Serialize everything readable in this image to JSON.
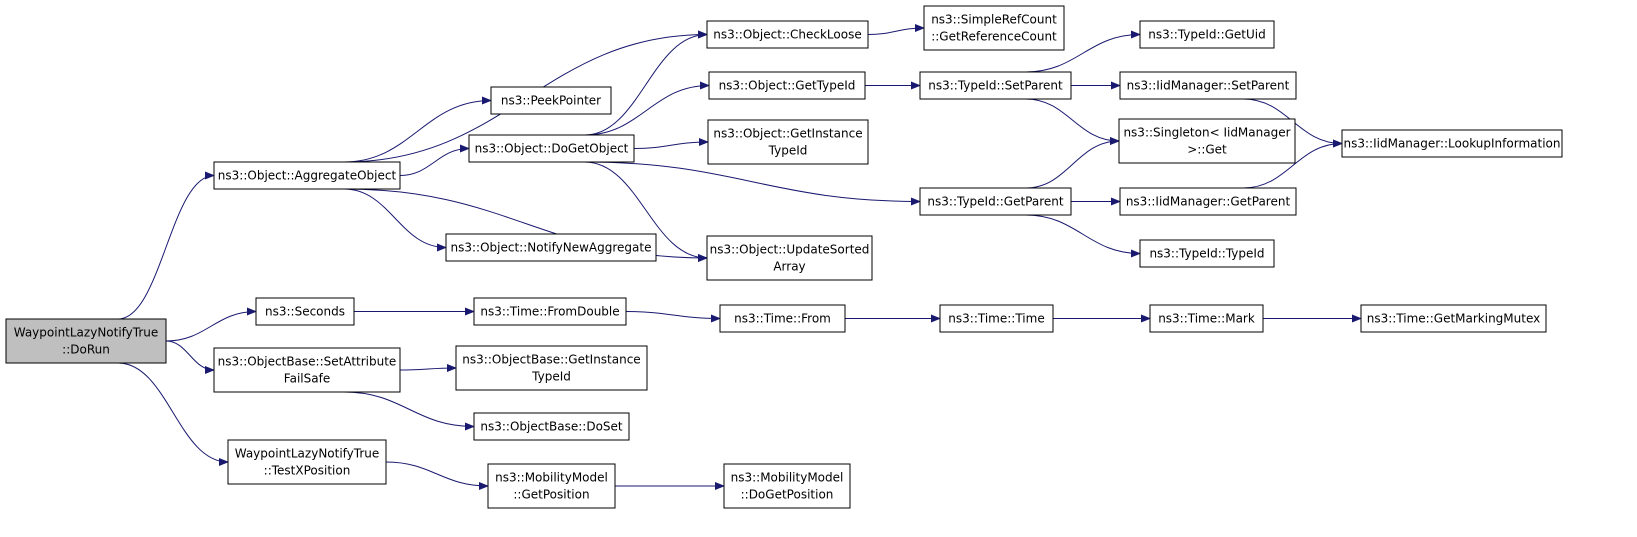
{
  "diagram": {
    "colors": {
      "edge": "#191970",
      "root_fill": "#bfbfbf",
      "node_fill": "#ffffff",
      "border": "#000000"
    },
    "nodes": [
      {
        "id": "root",
        "lines": [
          "WaypointLazyNotifyTrue",
          "::DoRun"
        ],
        "root": true
      },
      {
        "id": "aggregate",
        "lines": [
          "ns3::Object::AggregateObject"
        ]
      },
      {
        "id": "seconds",
        "lines": [
          "ns3::Seconds"
        ]
      },
      {
        "id": "setattr",
        "lines": [
          "ns3::ObjectBase::SetAttribute",
          "FailSafe"
        ]
      },
      {
        "id": "testx",
        "lines": [
          "WaypointLazyNotifyTrue",
          "::TestXPosition"
        ]
      },
      {
        "id": "peek",
        "lines": [
          "ns3::PeekPointer"
        ]
      },
      {
        "id": "dogetobj",
        "lines": [
          "ns3::Object::DoGetObject"
        ]
      },
      {
        "id": "notifynew",
        "lines": [
          "ns3::Object::NotifyNewAggregate"
        ]
      },
      {
        "id": "checkloose",
        "lines": [
          "ns3::Object::CheckLoose"
        ]
      },
      {
        "id": "gettypeid",
        "lines": [
          "ns3::Object::GetTypeId"
        ]
      },
      {
        "id": "getinsttype",
        "lines": [
          "ns3::Object::GetInstance",
          "TypeId"
        ]
      },
      {
        "id": "updsorted",
        "lines": [
          "ns3::Object::UpdateSorted",
          "Array"
        ]
      },
      {
        "id": "getrefcount",
        "lines": [
          "ns3::SimpleRefCount",
          "::GetReferenceCount"
        ]
      },
      {
        "id": "tidsetparent",
        "lines": [
          "ns3::TypeId::SetParent"
        ]
      },
      {
        "id": "tidgetparent",
        "lines": [
          "ns3::TypeId::GetParent"
        ]
      },
      {
        "id": "getuid",
        "lines": [
          "ns3::TypeId::GetUid"
        ]
      },
      {
        "id": "iidsetparent",
        "lines": [
          "ns3::IidManager::SetParent"
        ]
      },
      {
        "id": "singleton",
        "lines": [
          "ns3::Singleton< IidManager",
          ">::Get"
        ]
      },
      {
        "id": "iidgetparent",
        "lines": [
          "ns3::IidManager::GetParent"
        ]
      },
      {
        "id": "tidtypeid",
        "lines": [
          "ns3::TypeId::TypeId"
        ]
      },
      {
        "id": "lookup",
        "lines": [
          "ns3::IidManager::LookupInformation"
        ]
      },
      {
        "id": "fromdouble",
        "lines": [
          "ns3::Time::FromDouble"
        ]
      },
      {
        "id": "from",
        "lines": [
          "ns3::Time::From"
        ]
      },
      {
        "id": "timetime",
        "lines": [
          "ns3::Time::Time"
        ]
      },
      {
        "id": "mark",
        "lines": [
          "ns3::Time::Mark"
        ]
      },
      {
        "id": "getmutex",
        "lines": [
          "ns3::Time::GetMarkingMutex"
        ]
      },
      {
        "id": "obgetinst",
        "lines": [
          "ns3::ObjectBase::GetInstance",
          "TypeId"
        ]
      },
      {
        "id": "doset",
        "lines": [
          "ns3::ObjectBase::DoSet"
        ]
      },
      {
        "id": "mmgetpos",
        "lines": [
          "ns3::MobilityModel",
          "::GetPosition"
        ]
      },
      {
        "id": "mmdogetpos",
        "lines": [
          "ns3::MobilityModel",
          "::DoGetPosition"
        ]
      }
    ],
    "edges": [
      [
        "root",
        "aggregate"
      ],
      [
        "root",
        "seconds"
      ],
      [
        "root",
        "setattr"
      ],
      [
        "root",
        "testx"
      ],
      [
        "aggregate",
        "checkloose"
      ],
      [
        "aggregate",
        "peek"
      ],
      [
        "aggregate",
        "dogetobj"
      ],
      [
        "aggregate",
        "notifynew"
      ],
      [
        "aggregate",
        "updsorted"
      ],
      [
        "dogetobj",
        "checkloose"
      ],
      [
        "dogetobj",
        "gettypeid"
      ],
      [
        "dogetobj",
        "getinsttype"
      ],
      [
        "dogetobj",
        "updsorted"
      ],
      [
        "dogetobj",
        "tidgetparent"
      ],
      [
        "checkloose",
        "getrefcount"
      ],
      [
        "gettypeid",
        "tidsetparent"
      ],
      [
        "tidsetparent",
        "getuid"
      ],
      [
        "tidsetparent",
        "iidsetparent"
      ],
      [
        "tidsetparent",
        "singleton"
      ],
      [
        "iidsetparent",
        "lookup"
      ],
      [
        "tidgetparent",
        "singleton"
      ],
      [
        "tidgetparent",
        "iidgetparent"
      ],
      [
        "tidgetparent",
        "tidtypeid"
      ],
      [
        "iidgetparent",
        "lookup"
      ],
      [
        "seconds",
        "fromdouble"
      ],
      [
        "fromdouble",
        "from"
      ],
      [
        "from",
        "timetime"
      ],
      [
        "timetime",
        "mark"
      ],
      [
        "mark",
        "getmutex"
      ],
      [
        "setattr",
        "obgetinst"
      ],
      [
        "setattr",
        "doset"
      ],
      [
        "testx",
        "mmgetpos"
      ],
      [
        "mmgetpos",
        "mmdogetpos"
      ]
    ]
  }
}
